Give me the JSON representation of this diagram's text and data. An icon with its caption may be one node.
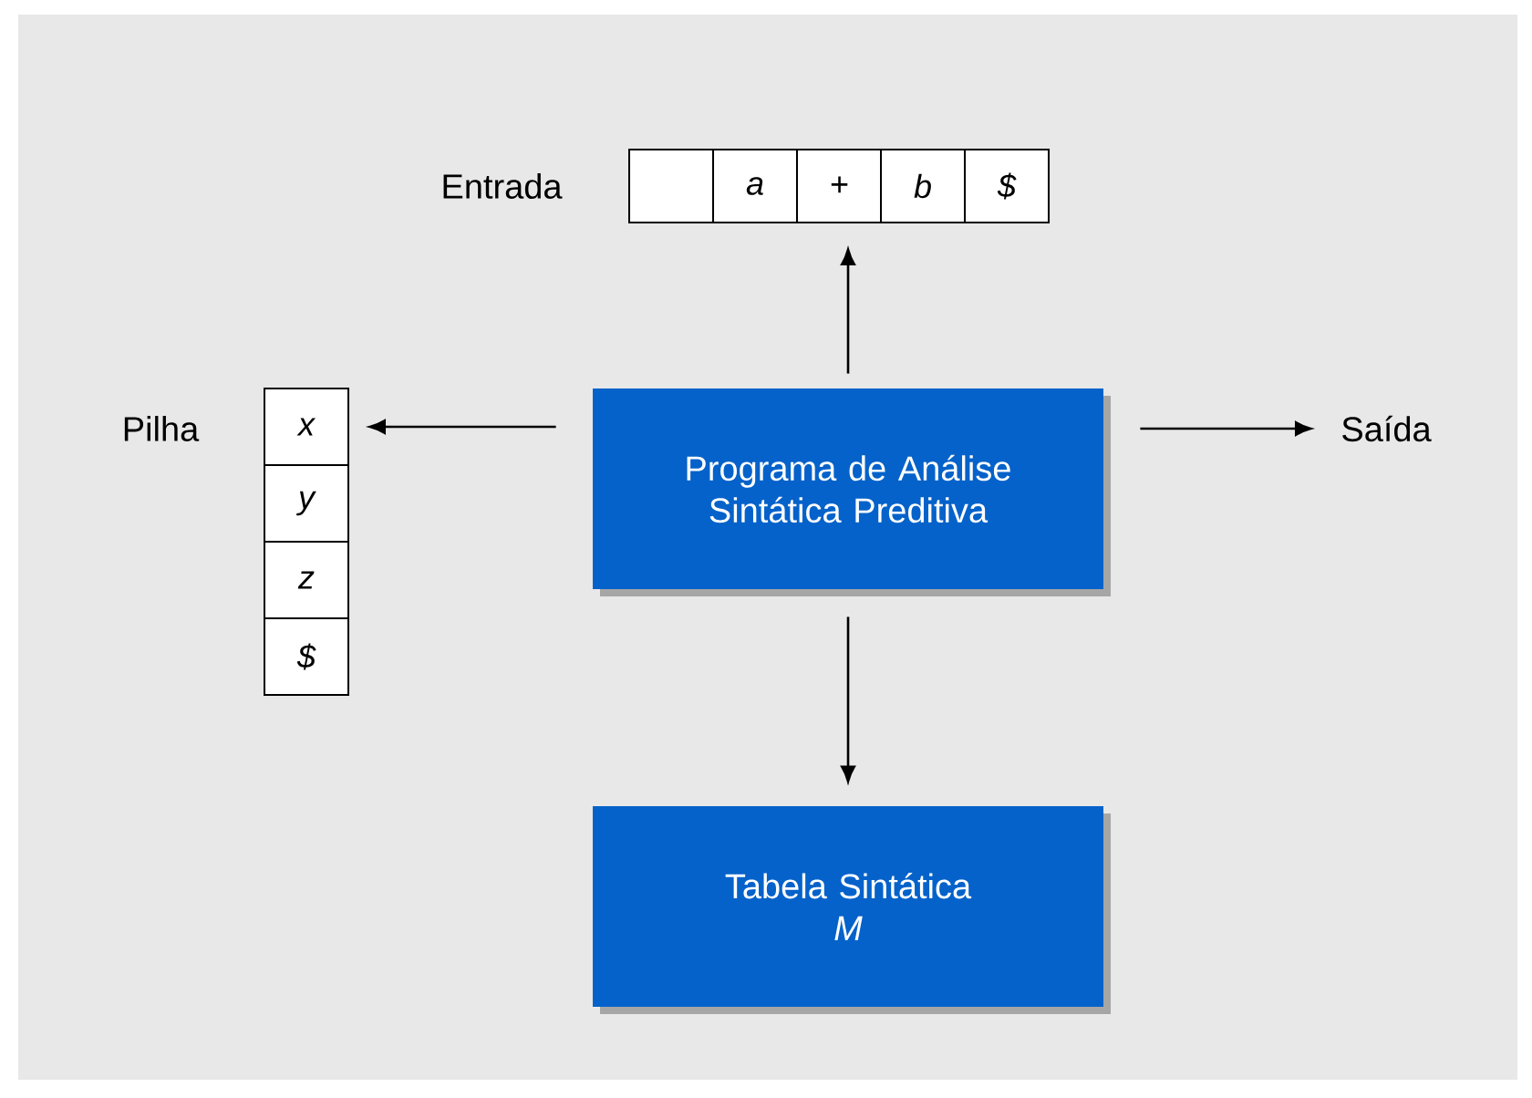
{
  "diagram": {
    "nodes": [
      {
        "text": [],
        "shape": "box",
        "beside": [
          "Entrada"
        ]
      },
      {
        "text": [],
        "shape": "box",
        "in": 0
      },
      {
        "text": [
          "a"
        ],
        "in": 0
      },
      {
        "text": [
          "+"
        ],
        "in": 0
      },
      {
        "text": [
          "b"
        ],
        "in": 0
      },
      {
        "text": [
          "$"
        ],
        "in": 0
      },
      {
        "text": [],
        "shape": "box",
        "beside": [
          "Pilha"
        ]
      },
      {
        "text": [
          "x"
        ],
        "in": 6
      },
      {
        "text": [
          "y"
        ],
        "in": 6
      },
      {
        "text": [
          "z"
        ],
        "in": 6
      },
      {
        "text": [
          "$"
        ],
        "in": 6
      },
      {
        "text": [
          "Programa de Análise Sintática Preditiva"
        ]
      },
      {
        "text": [
          "Saída"
        ]
      },
      {
        "text": [
          "Tabela Sintática",
          "M"
        ]
      }
    ],
    "edges": [
      {
        "from": 11,
        "to": 0,
        "arrow": "to"
      },
      {
        "from": 11,
        "to": 6,
        "arrow": "to"
      },
      {
        "from": 11,
        "to": 12,
        "arrow": "to"
      },
      {
        "from": 11,
        "to": 13,
        "arrow": "to"
      }
    ]
  }
}
